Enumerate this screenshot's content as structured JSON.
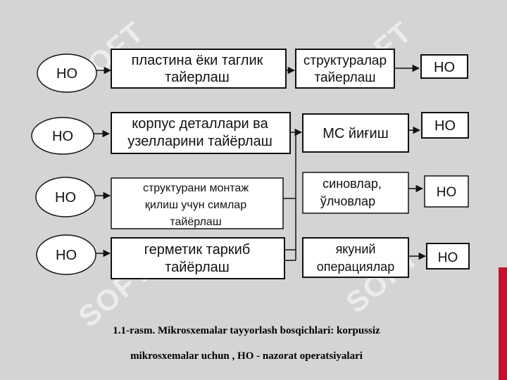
{
  "diagram": {
    "ho_label": "НО",
    "rows": [
      {
        "ho": "НО",
        "prep": [
          "пластина ёки таглик",
          "тайерлаш"
        ]
      },
      {
        "ho": "НО",
        "prep": [
          "корпус деталлари ва",
          "узелларини  тайёрлаш"
        ]
      },
      {
        "ho": "НО",
        "prep": [
          "структурани монтаж",
          "қилиш учун симлар",
          "тайёрлаш"
        ]
      },
      {
        "ho": "НО",
        "prep": [
          "герметик таркиб",
          "тайёрлаш"
        ]
      }
    ],
    "middle": [
      {
        "lines": [
          "структуралар",
          "тайерлаш"
        ],
        "ho": "НО"
      },
      {
        "lines": [
          "МС йиғиш"
        ],
        "ho": "НО"
      },
      {
        "lines": [
          "синовлар,",
          "ўлчовлар"
        ],
        "ho": "НО"
      },
      {
        "lines": [
          "якуний",
          "операциялар"
        ],
        "ho": "НО"
      }
    ]
  },
  "watermark": {
    "text": "SOFT"
  },
  "caption": {
    "line1": "1.1-rasm. Mikrosxemalar tayyorlash bosqichlari:  korpussiz",
    "line2": "mikrosxemalar uchun ,  HO - nazorat operatsiyalari"
  },
  "colors": {
    "background": "#d4d4d4",
    "accent_bar": "#c8102e",
    "watermark_green": "#5ac850"
  }
}
